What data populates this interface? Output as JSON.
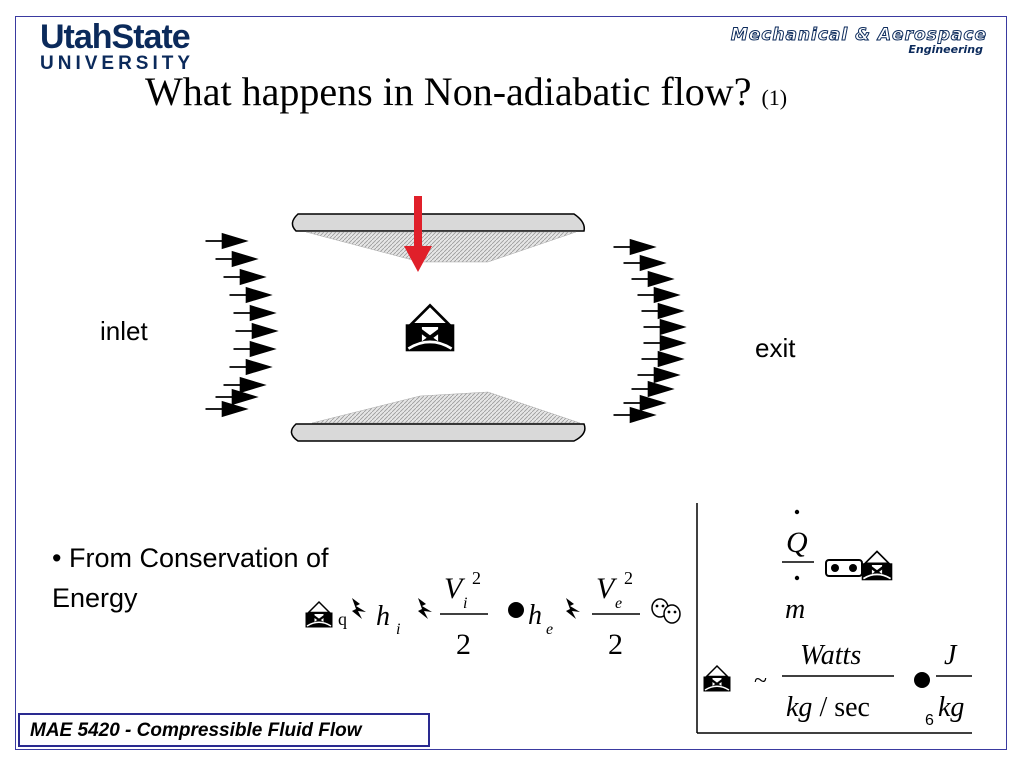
{
  "header": {
    "university_name_line1": "UtahState",
    "university_name_line2": "UNIVERSITY",
    "department_line1": "Mechanical & Aerospace",
    "department_line2": "Engineering"
  },
  "slide": {
    "title": "What happens in Non-adiabatic flow?",
    "title_ref": "(1)",
    "inlet_label": "inlet",
    "exit_label": "exit",
    "bullet": "• From Conservation of Energy"
  },
  "equation": {
    "v_i": "V",
    "sub_i": "i",
    "sup_2": "2",
    "v_e": "V",
    "sub_e": "e",
    "h": "h",
    "denominator": "2",
    "q": "Q",
    "m": "m",
    "tilde": "~",
    "watts": "Watts",
    "kg": "kg",
    "per_sec": " / sec",
    "j": "J"
  },
  "footer": {
    "course": "MAE 5420 - Compressible Fluid Flow",
    "page_number": "6"
  },
  "colors": {
    "heat_arrow": "#e0202a",
    "wall_fill": "#d9d9d9",
    "frame": "#3a3aa0",
    "brand": "#0b2a5b"
  }
}
